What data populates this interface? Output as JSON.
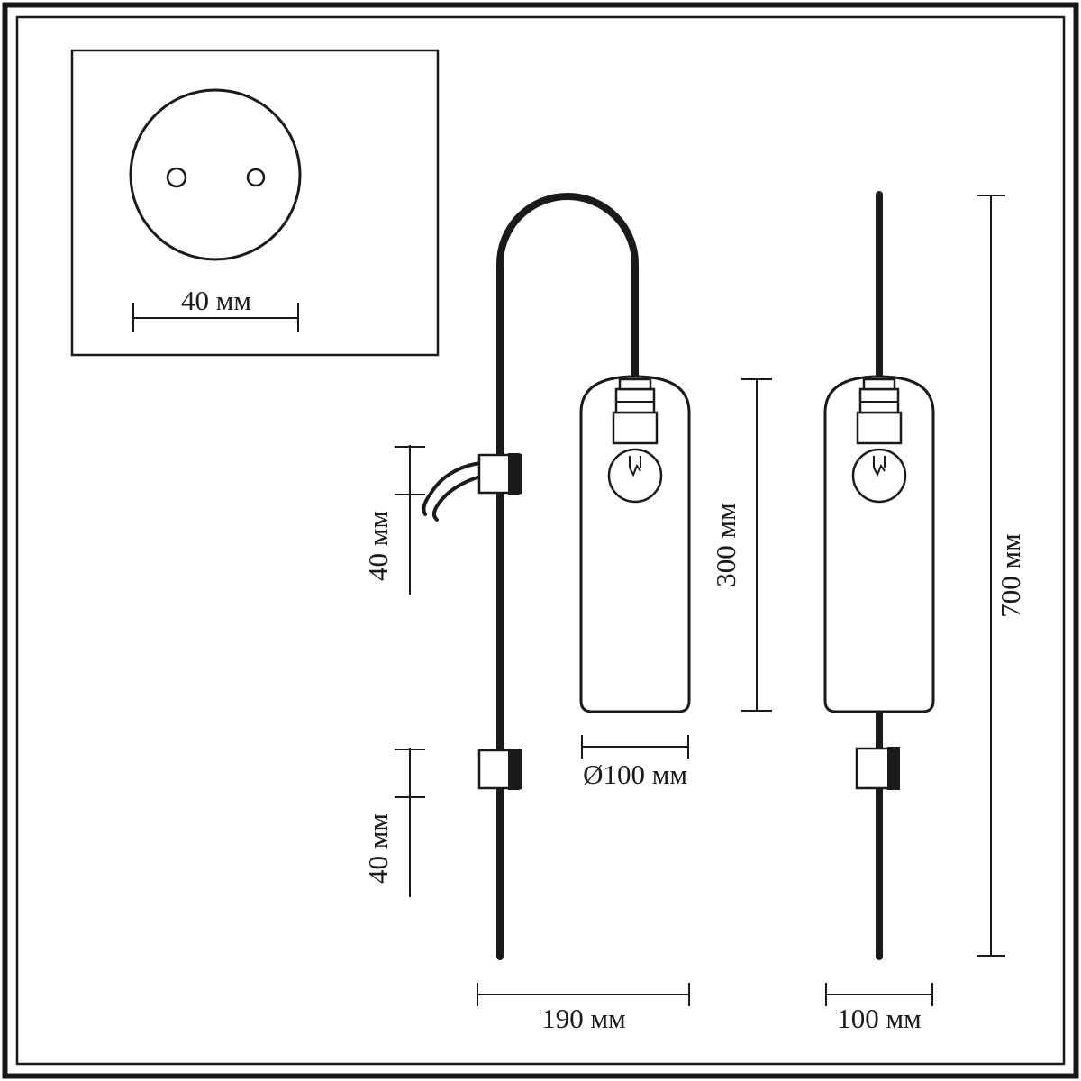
{
  "drawing": {
    "type": "wall-lamp-dimension-diagram",
    "colors": {
      "ink": "#1a1a1a",
      "paper": "#ffffff"
    },
    "mount_plate": {
      "width_label": "40 мм"
    },
    "side_view": {
      "upper_bracket_label": "40 мм",
      "lower_bracket_label": "40 мм",
      "shade_height_label": "300 мм",
      "shade_diameter_label": "Ø100 мм",
      "overall_width_label": "190 мм"
    },
    "front_view": {
      "overall_height_label": "700 мм",
      "width_label": "100 мм"
    }
  }
}
